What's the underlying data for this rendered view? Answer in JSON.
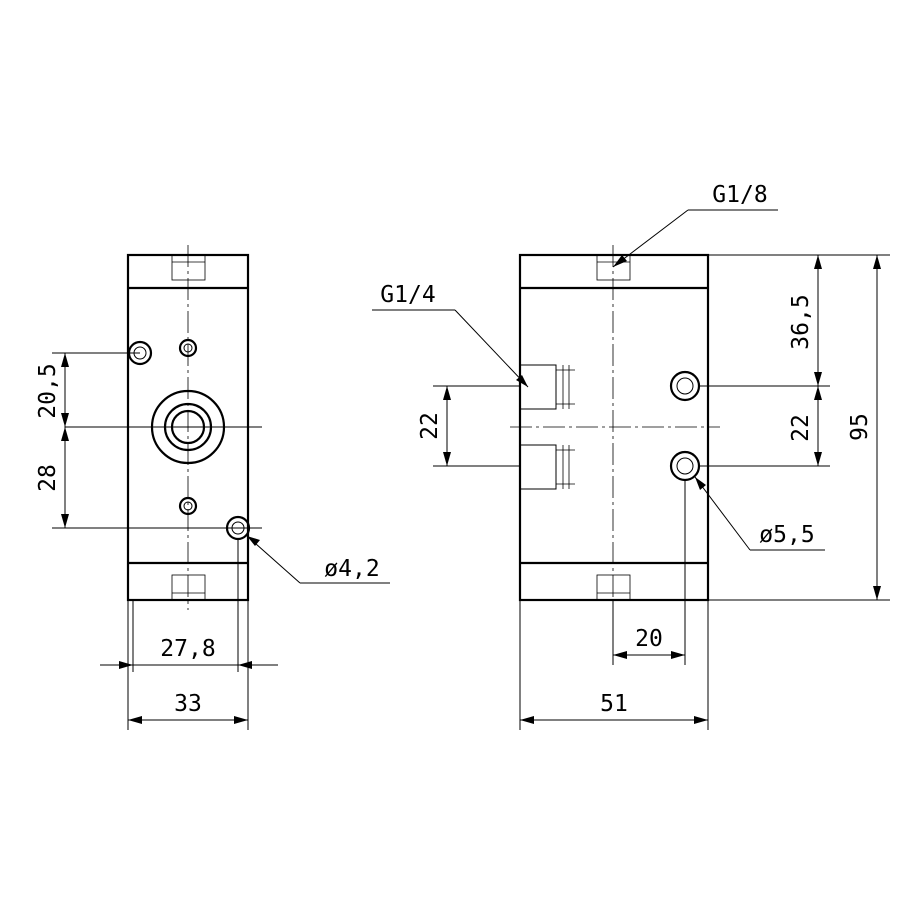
{
  "labels": {
    "port_top": "G1/8",
    "port_side": "G1/4",
    "hole_small": "ø4,2",
    "hole_large": "ø5,5",
    "dim_20_5": "20,5",
    "dim_28": "28",
    "dim_27_8": "27,8",
    "dim_33": "33",
    "dim_22_left": "22",
    "dim_36_5": "36,5",
    "dim_22_right": "22",
    "dim_95": "95",
    "dim_20": "20",
    "dim_51": "51"
  }
}
